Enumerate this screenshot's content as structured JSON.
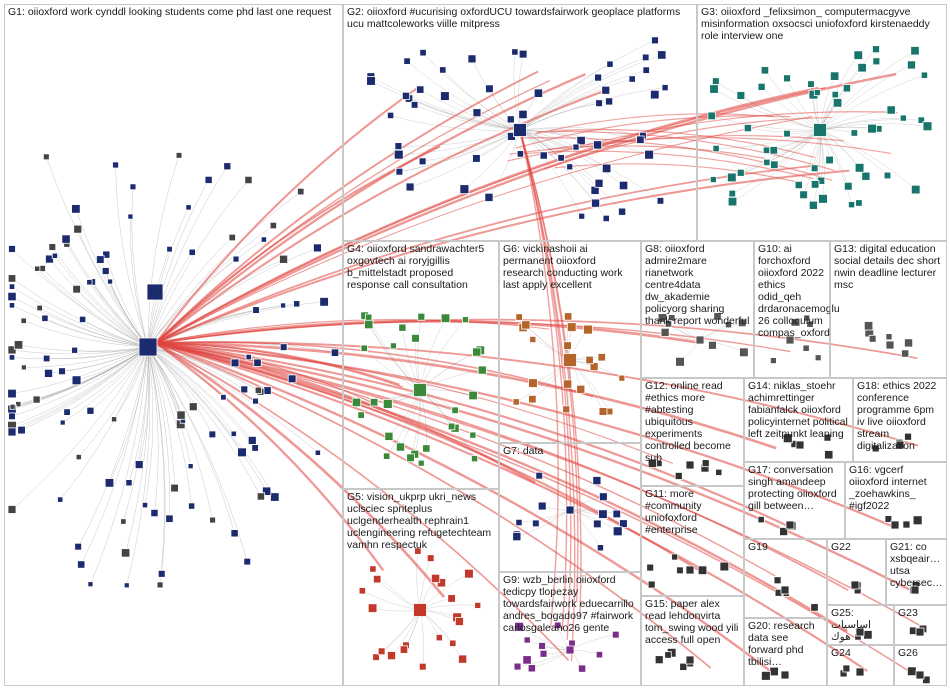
{
  "colors": {
    "edge_intergroup": "#e0453f",
    "edge_intragroup": "#9a9a9a",
    "group_border": "#c8c8c8",
    "node_navy": "#1c2a6e",
    "node_teal": "#17756b",
    "node_green": "#3a8a3a",
    "node_red": "#c0392b"
  },
  "groups": [
    {
      "id": "G1",
      "label": "G1: oiioxford work cynddl looking students come phd last one request"
    },
    {
      "id": "G2",
      "label": "G2: oiioxford #ucurising oxfordUCU towardsfairwork geoplace platforms ucu mattcoleworks viille mitpress"
    },
    {
      "id": "G3",
      "label": "G3: oiioxford _felixsimon_ computermacgyve misinformation oxsocsci uniofoxford kirstenaeddy role interview one"
    },
    {
      "id": "G4",
      "label": "G4: oiioxford sandrawachter5 oxgovtech ai roryjgillis b_mittelstadt proposed response call consultation"
    },
    {
      "id": "G5",
      "label": "G5: vision_ukprp ukri_news uclsciec spriteplus uclgenderhealth rephrain1 uclengineering refugetechteam vamhn respectuk"
    },
    {
      "id": "G6",
      "label": "G6: vickinashoii ai permanent oiioxford research conducting work last apply excellent"
    },
    {
      "id": "G7",
      "label": "G7: data"
    },
    {
      "id": "G8",
      "label": "G8: oiioxford admire2mare rianetwork centre4data dw_akademie policyorg sharing thank report wonderful"
    },
    {
      "id": "G9",
      "label": "G9: wzb_berlin oiioxford tedicpy tlopezay towardsfairwork eduecarrillo andres_bogado97 #fairwork carlosgaleano26 gente"
    },
    {
      "id": "G10",
      "label": "G10: ai forchoxford oiioxford 2022 ethics odid_qeh drdaronacemoglu 26 colloquium compas_oxford"
    },
    {
      "id": "G11",
      "label": "G11: more #community uniofoxford #enterprise"
    },
    {
      "id": "G12",
      "label": "G12: online read #ethics more #abtesting ubiquitous experiments controlled become sub"
    },
    {
      "id": "G13",
      "label": "G13: digital education social details dec short nwin deadline lecturer msc"
    },
    {
      "id": "G14",
      "label": "G14: niklas_stoehr achimrettinger fabianfalck oiioxford policyinternet political left zeitpunkt leaning"
    },
    {
      "id": "G15",
      "label": "G15: paper alex read lehdonvirta tom_swing wood yili access full open"
    },
    {
      "id": "G16",
      "label": "G16: vgcerf oiioxford internet _zoehawkins_ #igf2022"
    },
    {
      "id": "G17",
      "label": "G17: conversation singh amandeep protecting oiioxford gill between…"
    },
    {
      "id": "G18",
      "label": "G18: ethics 2022 conference programme 6pm iv live oiioxford stream digitalization"
    },
    {
      "id": "G19",
      "label": "G19"
    },
    {
      "id": "G20",
      "label": "G20: research data see forward phd tbilisi…"
    },
    {
      "id": "G21",
      "label": "G21: co xsbqeair… utsa cybersec…"
    },
    {
      "id": "G22",
      "label": "G22"
    },
    {
      "id": "G23",
      "label": "G23"
    },
    {
      "id": "G24",
      "label": "G24"
    },
    {
      "id": "G25",
      "label": "G25: اساسيات هوك"
    },
    {
      "id": "G26",
      "label": "G26"
    }
  ]
}
